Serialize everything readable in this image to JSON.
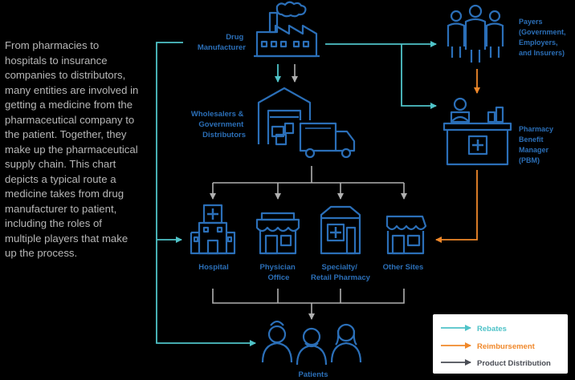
{
  "description": "From pharmacies to hospitals to insurance companies to distributors, many entities are involved in getting a medicine from the pharmaceutical company to the patient. Together, they make up the pharmaceutical supply chain. This chart depicts a typical route a medicine takes from drug manufacturer to patient, including the roles of multiple players that make up the process.",
  "nodes": {
    "manufacturer": [
      "Drug",
      "Manufacturer"
    ],
    "wholesalers": [
      "Wholesalers &",
      "Government",
      "Distributors"
    ],
    "payers": [
      "Payers",
      "(Government,",
      "Employers,",
      "and Insurers)"
    ],
    "pbm": [
      "Pharmacy",
      "Benefit",
      "Manager",
      "(PBM)"
    ],
    "hospital": [
      "Hospital"
    ],
    "physician": [
      "Physician",
      "Office"
    ],
    "specialty": [
      "Specialty/",
      "Retail Pharmacy"
    ],
    "other": [
      "Other Sites"
    ],
    "patients": [
      "Patients"
    ]
  },
  "legend": [
    {
      "label": "Rebates",
      "color": "#4fc3c8"
    },
    {
      "label": "Reimbursement",
      "color": "#f0882a"
    },
    {
      "label": "Product Distribution",
      "color": "#4a4d55"
    }
  ],
  "colors": {
    "icon": "#2b6fb8",
    "rebates": "#4fc3c8",
    "reimbursement": "#f0882a",
    "distribution": "#b0b0b0",
    "legend_box": "#ffffff"
  }
}
